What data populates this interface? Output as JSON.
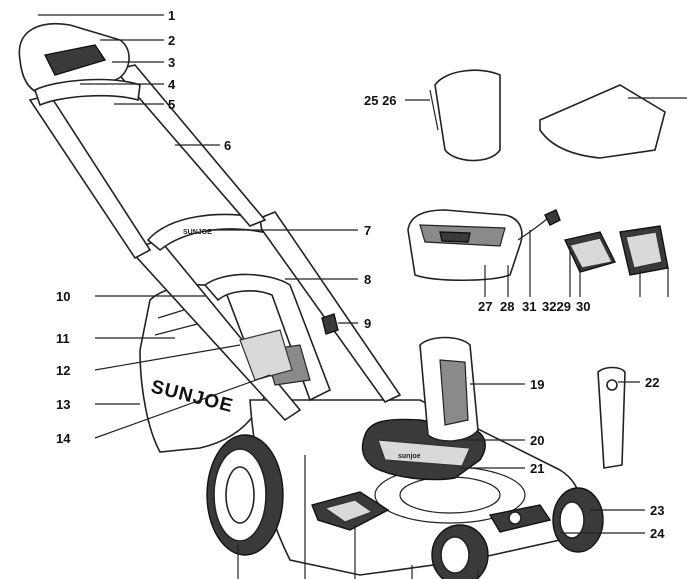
{
  "brand": {
    "deck_logo": "SUNJOE",
    "handle_logo": "SUNJOE",
    "motor_logo": "sunjoe"
  },
  "callouts": [
    {
      "id": "c1",
      "text": "1"
    },
    {
      "id": "c2",
      "text": "2"
    },
    {
      "id": "c3",
      "text": "3"
    },
    {
      "id": "c4",
      "text": "4"
    },
    {
      "id": "c5",
      "text": "5"
    },
    {
      "id": "c6",
      "text": "6"
    },
    {
      "id": "c7",
      "text": "7"
    },
    {
      "id": "c8",
      "text": "8"
    },
    {
      "id": "c9",
      "text": "9"
    },
    {
      "id": "c10",
      "text": "10"
    },
    {
      "id": "c11",
      "text": "11"
    },
    {
      "id": "c12",
      "text": "12"
    },
    {
      "id": "c13",
      "text": "13"
    },
    {
      "id": "c14",
      "text": "14"
    },
    {
      "id": "c19",
      "text": "19"
    },
    {
      "id": "c20",
      "text": "20"
    },
    {
      "id": "c21",
      "text": "21"
    },
    {
      "id": "c22",
      "text": "22"
    },
    {
      "id": "c23",
      "text": "23"
    },
    {
      "id": "c24",
      "text": "24"
    },
    {
      "id": "c2526",
      "text": "25 26"
    },
    {
      "id": "c27",
      "text": "27"
    },
    {
      "id": "c28",
      "text": "28"
    },
    {
      "id": "c31",
      "text": "31"
    },
    {
      "id": "c3229",
      "text": "3229"
    },
    {
      "id": "c30",
      "text": "30"
    }
  ]
}
